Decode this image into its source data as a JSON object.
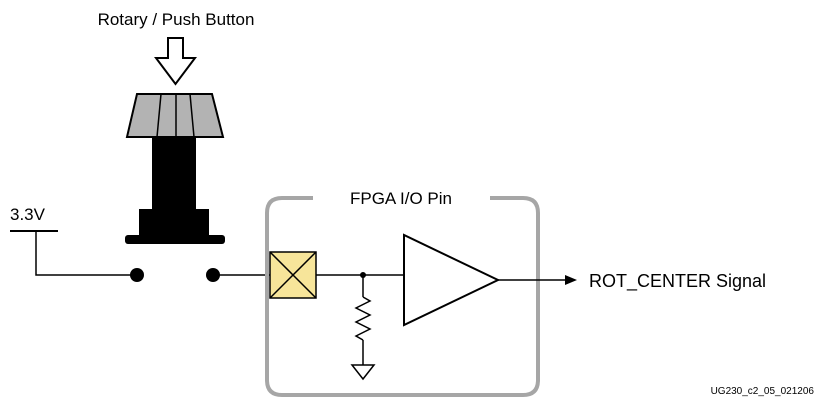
{
  "labels": {
    "button_title": "Rotary / Push Button",
    "supply": "3.3V",
    "io_pin": "FPGA I/O Pin",
    "output_signal": "ROT_CENTER Signal",
    "figure_id": "UG230_c2_05_021206"
  },
  "colors": {
    "ink": "#000000",
    "knob_fill": "#b3b3b3",
    "io_box_outline": "#a6a6a6",
    "pad_fill": "#f7e59a"
  }
}
